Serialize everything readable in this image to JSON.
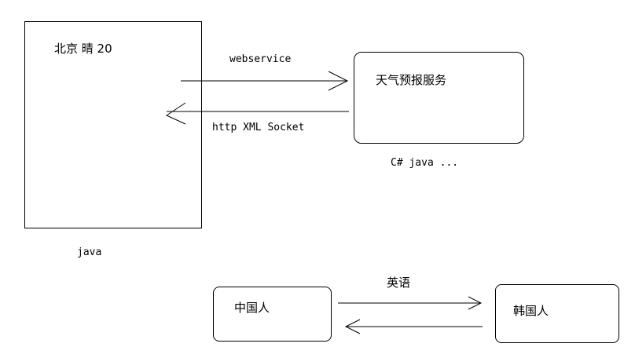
{
  "client": {
    "content": "北京 晴 20",
    "caption": "java"
  },
  "service": {
    "title": "天气预报服务",
    "caption": "C# java ..."
  },
  "request_label": "webservice",
  "response_label": "http XML Socket",
  "analogy": {
    "left": "中国人",
    "right": "韩国人",
    "bridge_label": "英语"
  }
}
